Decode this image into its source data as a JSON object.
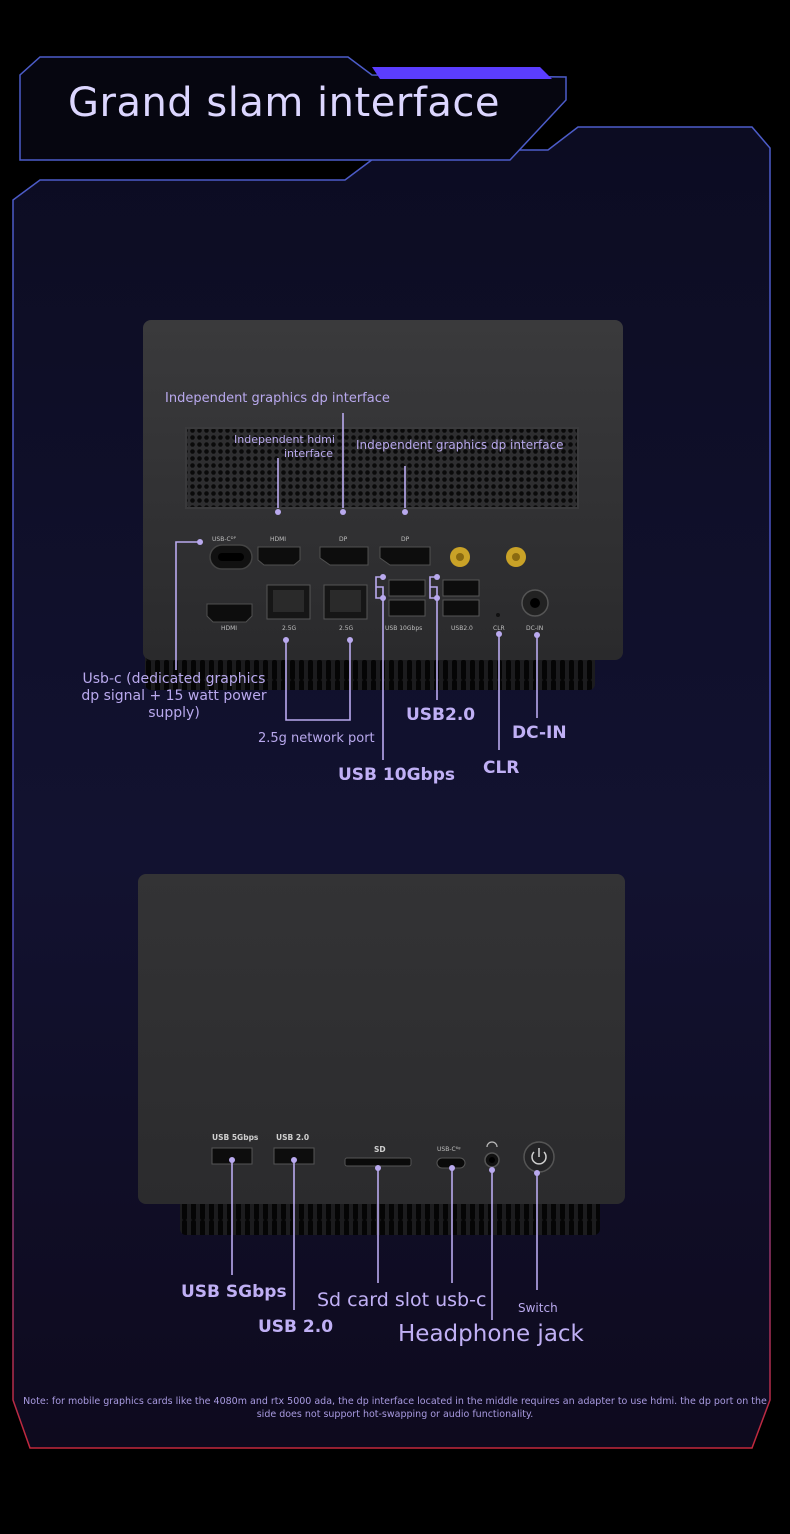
{
  "title": "Grand slam interface",
  "top_device": {
    "port_labels": {
      "usbc": "USB-Cᴰᴾ",
      "hdmi_top": "HDMI",
      "dp1": "DP",
      "dp2": "DP",
      "hdmi_bottom": "HDMI",
      "lan1": "2.5G",
      "lan2": "2.5G",
      "usb10": "USB 10Gbps",
      "usb20": "USB2.0",
      "clr": "CLR",
      "dcin": "DC-IN"
    },
    "callouts": {
      "dp_top": "Independent graphics dp interface",
      "hdmi_line1": "Independent hdmi",
      "hdmi_line2": "interface",
      "dp_right": "Independent graphics dp interface",
      "usbc_line1": "Usb-c (dedicated graphics",
      "usbc_line2": "dp signal + 15 watt power",
      "usbc_line3": "supply)",
      "network": "2.5g network port",
      "usb2": "USB2.0",
      "dcin": "DC-IN",
      "usb10": "USB 10Gbps",
      "clr": "CLR"
    }
  },
  "bottom_device": {
    "port_labels": {
      "usb5": "USB 5Gbps",
      "usb20": "USB  2.0",
      "sd": "SD",
      "usbc": "USB-C⁶ᵍ"
    },
    "callouts": {
      "usb5": "USB SGbps",
      "usb20": "USB 2.0",
      "sd": "Sd card slot usb-c",
      "switch": "Switch",
      "headphone": "Headphone jack"
    }
  },
  "note": "Note: for mobile graphics cards like the 4080m and rtx 5000 ada, the dp interface located in the middle requires an adapter to use hdmi. the dp port on the side does not support hot-swapping or audio functionality.",
  "colors": {
    "accent": "#5b3dff",
    "frame_border": "#4c5cc9",
    "frame_border_bottom": "#c2283c",
    "label": "#c0b0f5",
    "callout_line": "#b9a9ee"
  }
}
